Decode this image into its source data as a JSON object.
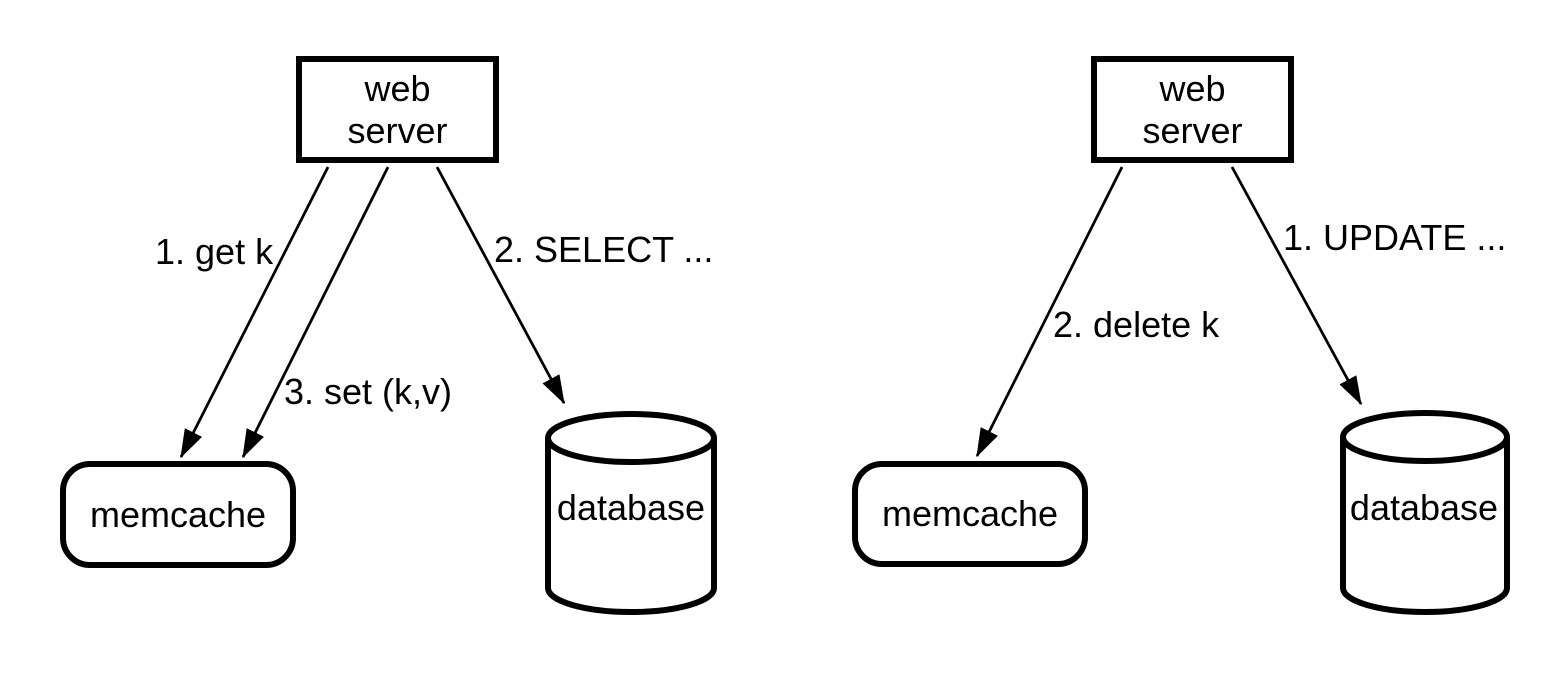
{
  "figure": {
    "background_color": "#ffffff",
    "line_color": "#000000",
    "panels": [
      {
        "id": "left",
        "nodes": {
          "web_server": "web\nserver",
          "memcache": "memcache",
          "database": "database"
        },
        "edges": [
          {
            "label": "1. get k",
            "from": "web_server",
            "to": "memcache"
          },
          {
            "label": "2. SELECT ...",
            "from": "web_server",
            "to": "database"
          },
          {
            "label": "3. set (k,v)",
            "from": "web_server",
            "to": "memcache"
          }
        ]
      },
      {
        "id": "right",
        "nodes": {
          "web_server": "web\nserver",
          "memcache": "memcache",
          "database": "database"
        },
        "edges": [
          {
            "label": "1. UPDATE ...",
            "from": "web_server",
            "to": "database"
          },
          {
            "label": "2. delete k",
            "from": "web_server",
            "to": "memcache"
          }
        ]
      }
    ]
  }
}
